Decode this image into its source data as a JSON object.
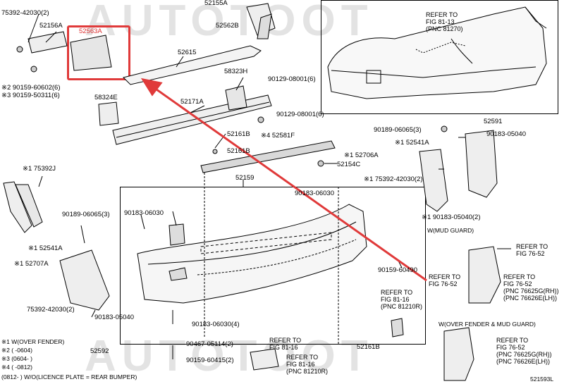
{
  "watermark": "AUTOTOOT",
  "figure_id": "521593L",
  "accent_color": "#e03a3a",
  "parts": {
    "p75392_top": "75392-42030(2)",
    "p52156A": "52156A",
    "p52563A": "52563A",
    "p52155A": "52155A",
    "p52562B": "52562B",
    "p52615": "52615",
    "p90159_60602": "※2 90159-60602(6)",
    "p90159_50311": "※3 90159-50311(6)",
    "p58323H": "58323H",
    "p90129_top": "90129-08001(6)",
    "p58324E": "58324E",
    "p52171A": "52171A",
    "p90129_mid": "90129-08001(6)",
    "p52161B_a": "52161B",
    "p52581F": "※4 52581F",
    "p52161B_b": "52161B",
    "p52154C": "52154C",
    "p52159": "52159",
    "p75392J": "※1 75392J",
    "p90189_left": "90189-06065(3)",
    "p90183_l": "90183-06030",
    "p90183_c": "90183-06030",
    "p52541A_left": "※1 52541A",
    "p52707A_left": "※1 52707A",
    "p75392_left": "75392-42030(2)",
    "p90183_05040_left": "90183-05040",
    "p52592": "52592",
    "p90183_06030_4": "90183-06030(4)",
    "p90467": "90467-05114(2)",
    "p90159_60415": "90159-60415(2)",
    "p52161B_c": "52161B",
    "p90159_60490": "90159-60490",
    "p90189_right": "90189-06065(3)",
    "p52591": "52591",
    "p90183_05040_right": "90183-05040",
    "p52541A_right": "※1 52541A",
    "p52706A": "※1 52706A",
    "p175392": "※1 75392-42030(2)",
    "p190183": "※1 90183-05040(2)"
  },
  "refs": {
    "fig81_13": [
      "REFER TO",
      "FIG 81-13",
      "(PNC 81270)"
    ],
    "fig76_52_a": [
      "REFER TO",
      "FIG 76-52"
    ],
    "fig76_52_b": [
      "REFER TO",
      "FIG 76-52"
    ],
    "fig76_52_c": [
      "REFER TO",
      "FIG 76-52",
      "(PNC 76625G(RH))",
      "(PNC 76626E(LH))"
    ],
    "fig81_16_a": [
      "REFER TO",
      "FIG 81-16",
      "(PNC 81210R)"
    ],
    "fig81_16_b": [
      "REFER TO",
      "FIG 81-16"
    ],
    "fig81_16_c": [
      "REFER TO",
      "FIG 81-16",
      "(PNC 81210R)"
    ],
    "fig76_52_d": [
      "REFER TO",
      "FIG 76-52",
      "(PNC 76625G(RH))",
      "(PNC 76626E(LH))"
    ]
  },
  "sections": {
    "mud_guard": "W(MUD GUARD)",
    "over_fender_mud": "W(OVER FENDER & MUD GUARD)"
  },
  "legend": [
    "※1 W(OVER FENDER)",
    "※2 (      -0604)",
    "※3 (0604-      )",
    "※4 (      -0812)",
    "(0812-      ) W/O(LICENCE PLATE = REAR BUMPER)"
  ]
}
